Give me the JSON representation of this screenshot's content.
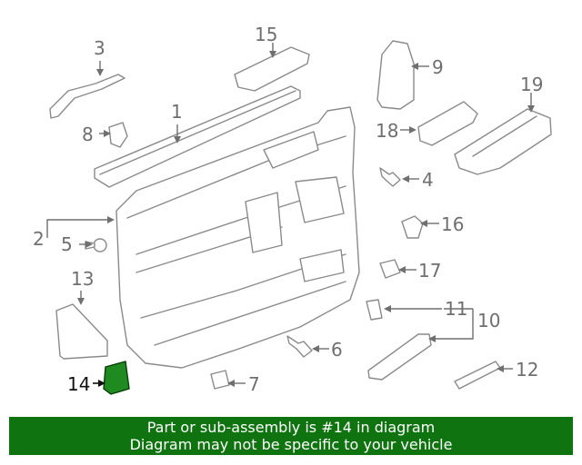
{
  "diagram": {
    "callouts": [
      {
        "id": "1",
        "label": "1"
      },
      {
        "id": "2",
        "label": "2"
      },
      {
        "id": "3",
        "label": "3"
      },
      {
        "id": "4",
        "label": "4"
      },
      {
        "id": "5",
        "label": "5"
      },
      {
        "id": "6",
        "label": "6"
      },
      {
        "id": "7",
        "label": "7"
      },
      {
        "id": "8",
        "label": "8"
      },
      {
        "id": "9",
        "label": "9"
      },
      {
        "id": "10",
        "label": "10"
      },
      {
        "id": "11",
        "label": "11"
      },
      {
        "id": "12",
        "label": "12"
      },
      {
        "id": "13",
        "label": "13"
      },
      {
        "id": "14",
        "label": "14"
      },
      {
        "id": "15",
        "label": "15"
      },
      {
        "id": "16",
        "label": "16"
      },
      {
        "id": "17",
        "label": "17"
      },
      {
        "id": "18",
        "label": "18"
      },
      {
        "id": "19",
        "label": "19"
      }
    ],
    "highlighted_part": "14",
    "highlight_color": "#1f8a1f"
  },
  "banner": {
    "line1": "Part or sub-assembly is #14 in diagram",
    "line2": "Diagram may not be specific to your vehicle",
    "background": "#0f740f",
    "text_color": "#ffffff"
  }
}
